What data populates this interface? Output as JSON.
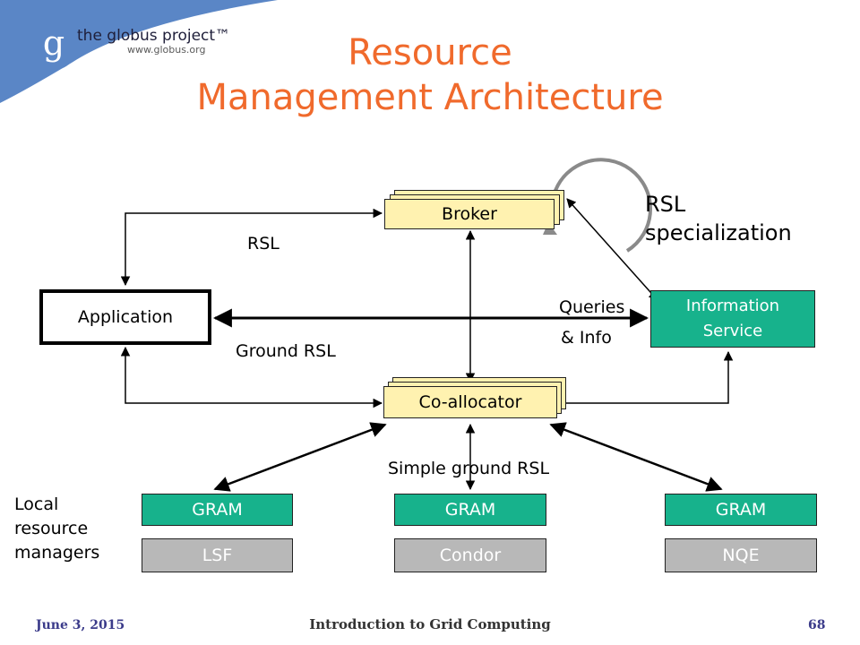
{
  "logo": {
    "mark": "g",
    "name": "the globus project™",
    "url": "www.globus.org"
  },
  "title": {
    "line1": "Resource",
    "line2": "Management Architecture"
  },
  "nodes": {
    "broker": "Broker",
    "coallocator": "Co-allocator",
    "application": "Application",
    "info_line1": "Information",
    "info_line2": "Service",
    "gram1": "GRAM",
    "gram2": "GRAM",
    "gram3": "GRAM",
    "lsf": "LSF",
    "condor": "Condor",
    "nqe": "NQE"
  },
  "labels": {
    "rsl": "RSL",
    "rsl_spec_line1": "RSL",
    "rsl_spec_line2": "specialization",
    "queries": "Queries",
    "info": "& Info",
    "ground_rsl": "Ground RSL",
    "simple_ground_rsl": "Simple ground RSL",
    "local_line1": "Local",
    "local_line2": "resource",
    "local_line3": "managers"
  },
  "footer": {
    "date": "June 3, 2015",
    "title": "Introduction to Grid Computing",
    "page": "68"
  },
  "colors": {
    "title": "#f06a2c",
    "green": "#17b28c",
    "gray": "#b8b8b8",
    "yellow": "#fff2b0",
    "corner": "#5a86c6"
  }
}
